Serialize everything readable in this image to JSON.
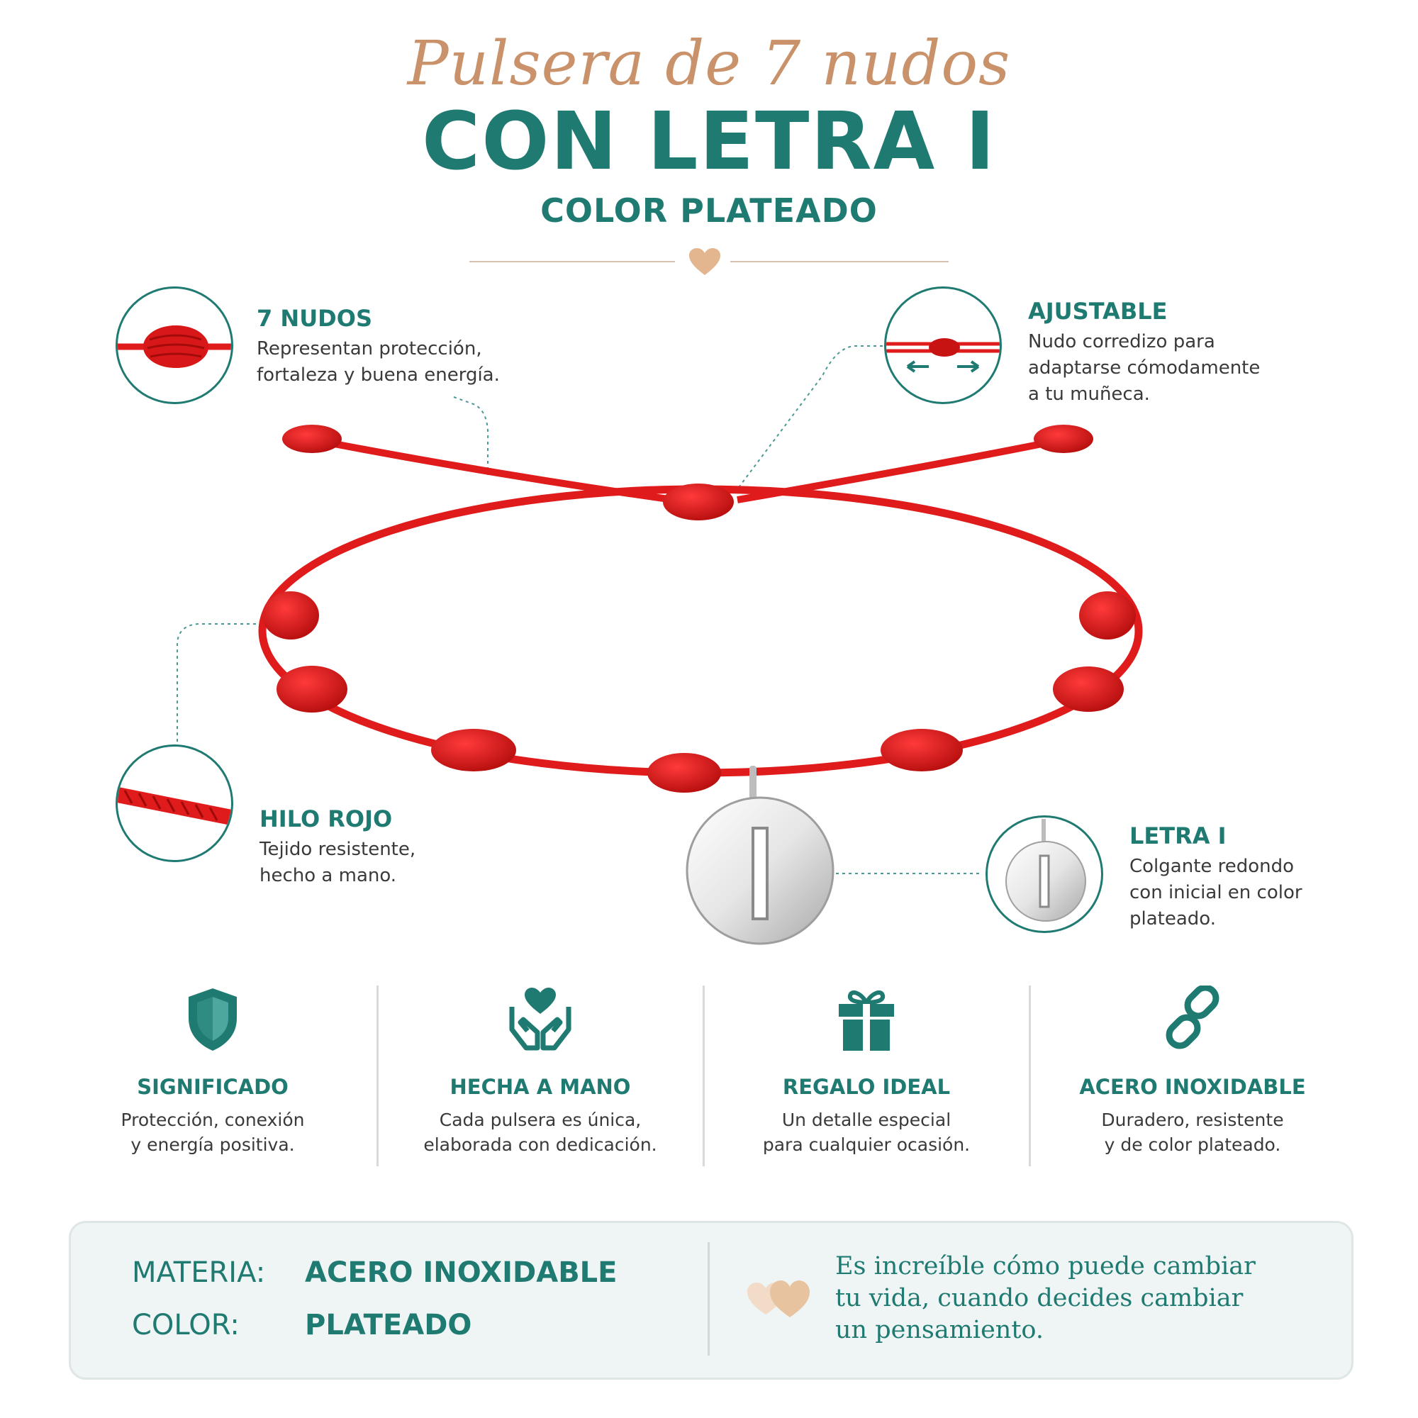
{
  "header": {
    "script_title": "Pulsera de 7 nudos",
    "main_title": "CON LETRA I",
    "subtitle": "COLOR PLATEADO"
  },
  "features": {
    "nudos": {
      "title": "7 NUDOS",
      "lines": [
        "Representan protección,",
        "fortaleza y buena energía."
      ]
    },
    "ajustable": {
      "title": "AJUSTABLE",
      "lines": [
        "Nudo corredizo para",
        "adaptarse cómodamente",
        "a tu muñeca."
      ]
    },
    "hilo": {
      "title": "HILO ROJO",
      "lines": [
        "Tejido resistente,",
        "hecho a mano."
      ]
    },
    "letra": {
      "title": "LETRA I",
      "lines": [
        "Colgante redondo",
        "con inicial en color",
        "plateado."
      ]
    }
  },
  "benefits": [
    {
      "title": "SIGNIFICADO",
      "lines": [
        "Protección, conexión",
        "y energía positiva."
      ],
      "icon": "shield-icon"
    },
    {
      "title": "HECHA A MANO",
      "lines": [
        "Cada pulsera es única,",
        "elaborada con dedicación."
      ],
      "icon": "hands-heart-icon"
    },
    {
      "title": "REGALO IDEAL",
      "lines": [
        "Un detalle especial",
        "para cualquier ocasión."
      ],
      "icon": "gift-icon"
    },
    {
      "title": "ACERO INOXIDABLE",
      "lines": [
        "Duradero, resistente",
        "y de color plateado."
      ],
      "icon": "chain-link-icon"
    }
  ],
  "specs": {
    "material_label": "MATERIA:",
    "material_value": "ACERO INOXIDABLE",
    "color_label": "COLOR:",
    "color_value": "PLATEADO"
  },
  "quote": {
    "lines": [
      "Es increíble cómo puede cambiar",
      "tu vida, cuando decides cambiar",
      "un pensamiento."
    ]
  },
  "colors": {
    "teal": "#1f7a72",
    "cord_red": "#e01b1b",
    "accent_tan": "#c9926a",
    "silver": "#d9d9d9"
  }
}
